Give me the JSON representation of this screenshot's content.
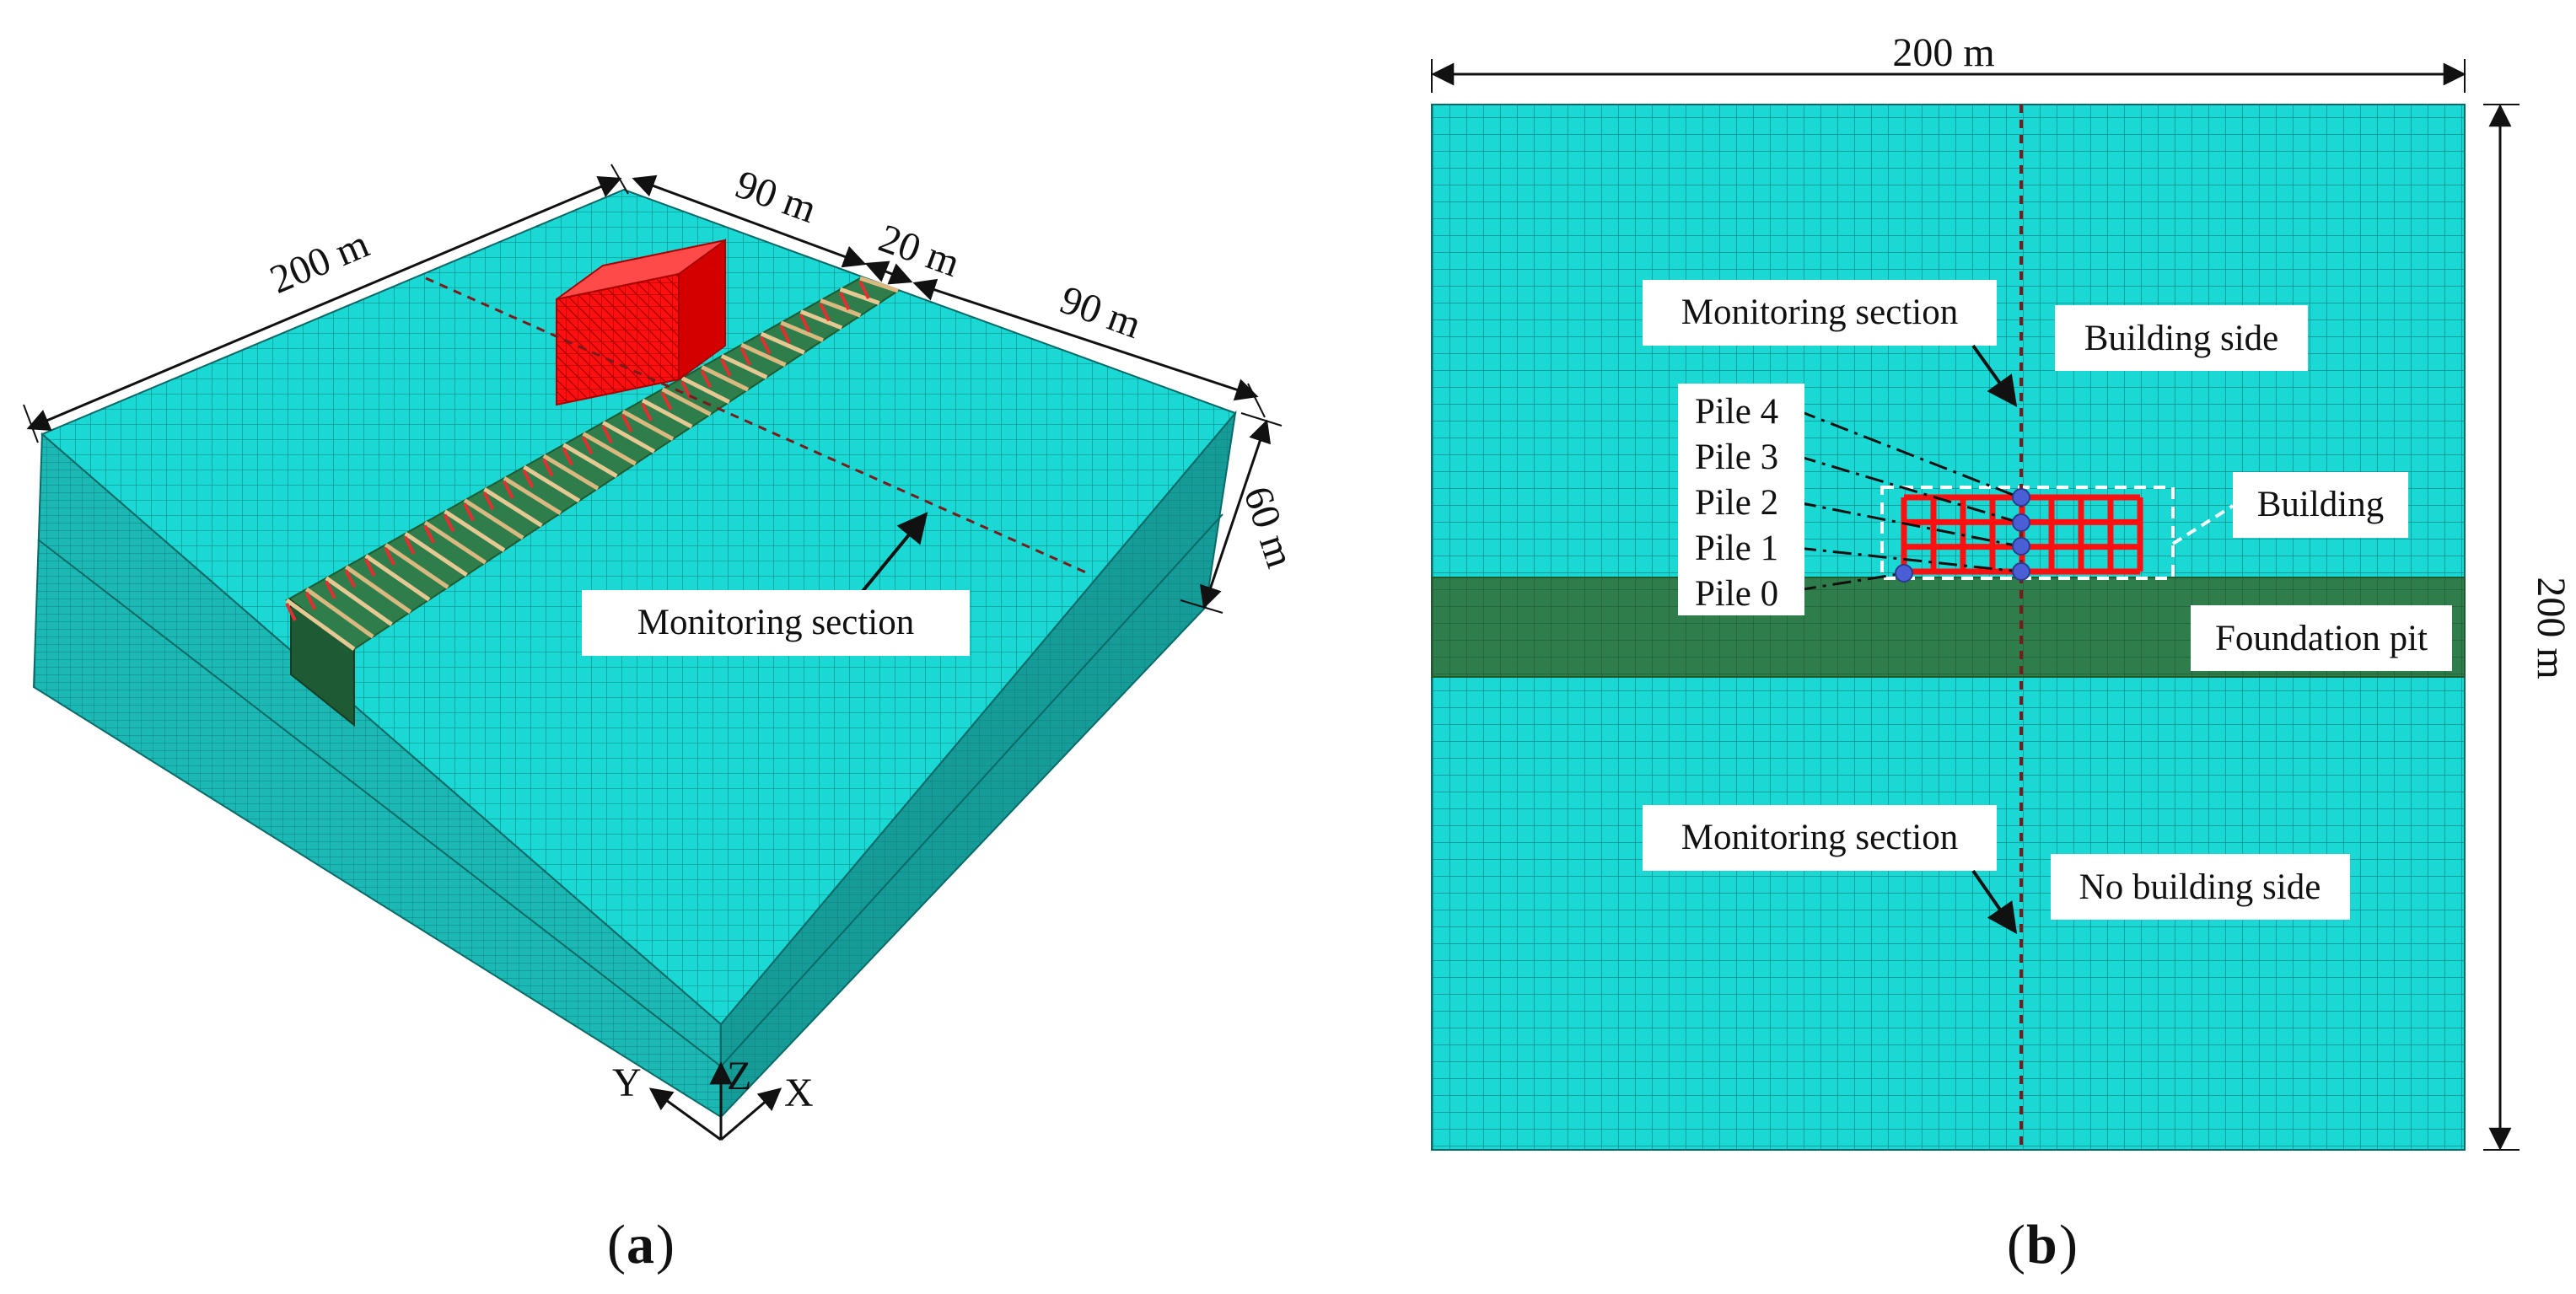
{
  "colors": {
    "soil": "#1ad9d4",
    "soil_side_left": "#1cb8b4",
    "soil_side_right": "#159c98",
    "mesh": "#0e7f7c",
    "pit": "#2f7d4a",
    "building": "#ff1010",
    "struts": "#e6c893",
    "pile_marker": "#4a5fd6",
    "annotation_line": "#111111"
  },
  "panel_a": {
    "caption_letter": "a",
    "dim_length": "200 m",
    "dim_left_part": "90 m",
    "dim_pit_width": "20 m",
    "dim_right_part": "90 m",
    "dim_depth": "60 m",
    "monitoring_label": "Monitoring section",
    "axes": {
      "x": "X",
      "y": "Y",
      "z": "Z"
    }
  },
  "panel_b": {
    "caption_letter": "b",
    "dim_width": "200 m",
    "dim_height": "200 m",
    "monitoring_top_label": "Monitoring section",
    "monitoring_bottom_label": "Monitoring section",
    "building_side_label": "Building side",
    "no_building_side_label": "No building side",
    "building_label": "Building",
    "foundation_pit_label": "Foundation pit",
    "piles": [
      "Pile 4",
      "Pile 3",
      "Pile 2",
      "Pile 1",
      "Pile 0"
    ]
  }
}
